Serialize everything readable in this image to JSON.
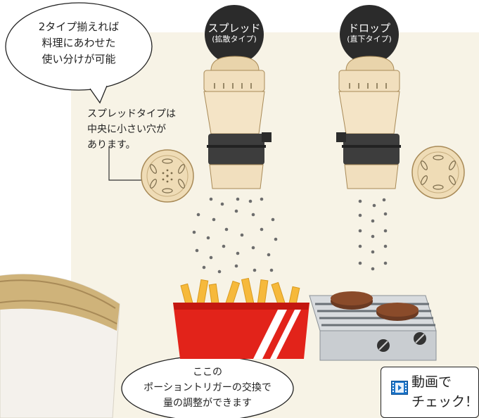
{
  "bubble_top": {
    "line1": "2タイプ揃えれば",
    "line2": "料理にあわせた",
    "line3": "使い分けが可能"
  },
  "spread_note": {
    "line1": "スプレッドタイプは",
    "line2": "中央に小さい穴が",
    "line3": "あります。"
  },
  "spread_label": {
    "title": "スプレッド",
    "sub": "(拡散タイプ)"
  },
  "drop_label": {
    "title": "ドロップ",
    "sub": "(直下タイプ)"
  },
  "bubble_bottom": {
    "line1": "ここの",
    "line2": "ポーショントリガーの交換で",
    "line3": "量の調整ができます"
  },
  "video": {
    "line1": "動画で",
    "line2": "チェック！"
  },
  "colors": {
    "panel": "#f7f3e6",
    "label_bg": "#2b2b2b",
    "cap": "#f1dfbe",
    "band": "#3d3d3d",
    "fries_box": "#e2231a",
    "fries": "#f6b93b",
    "grill": "#c9cdd1",
    "patty": "#6b3a22",
    "video_icon": "#1a73c8"
  },
  "icons": [
    "video-icon"
  ]
}
